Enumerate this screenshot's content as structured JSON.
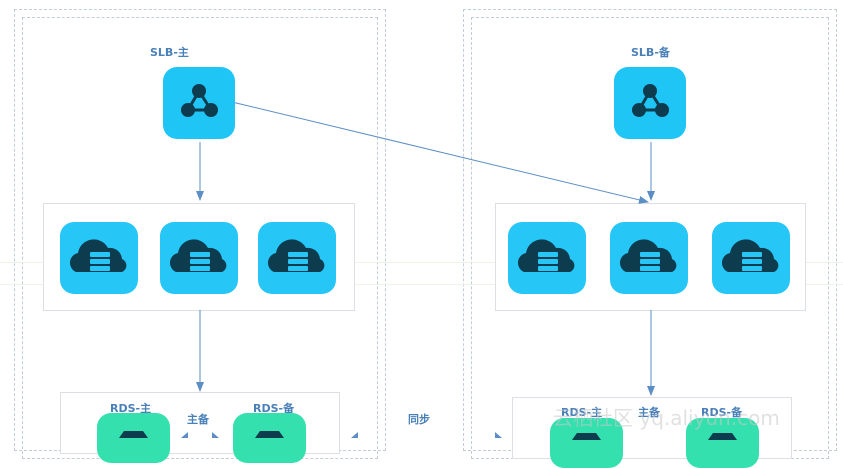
{
  "sites": [
    {
      "slb_label": "SLB-主",
      "rds_primary_label": "RDS-主",
      "rds_standby_label": "RDS-备",
      "rds_relation_label": "主备"
    },
    {
      "slb_label": "SLB-备",
      "rds_primary_label": "RDS-主",
      "rds_standby_label": "RDS-备",
      "rds_relation_label": "主备"
    }
  ],
  "sync_label": "同步",
  "watermark": "云栖社区 yq.aliyun.com",
  "icons": {
    "slb": "load-balancer-icon",
    "ecs": "cloud-server-icon",
    "rds": "database-icon"
  },
  "colors": {
    "slb": "#1fc5f5",
    "ecs": "#26c6f7",
    "rds": "#33e0ae",
    "arrow": "#5b8ec4",
    "label": "#4a80b8"
  }
}
